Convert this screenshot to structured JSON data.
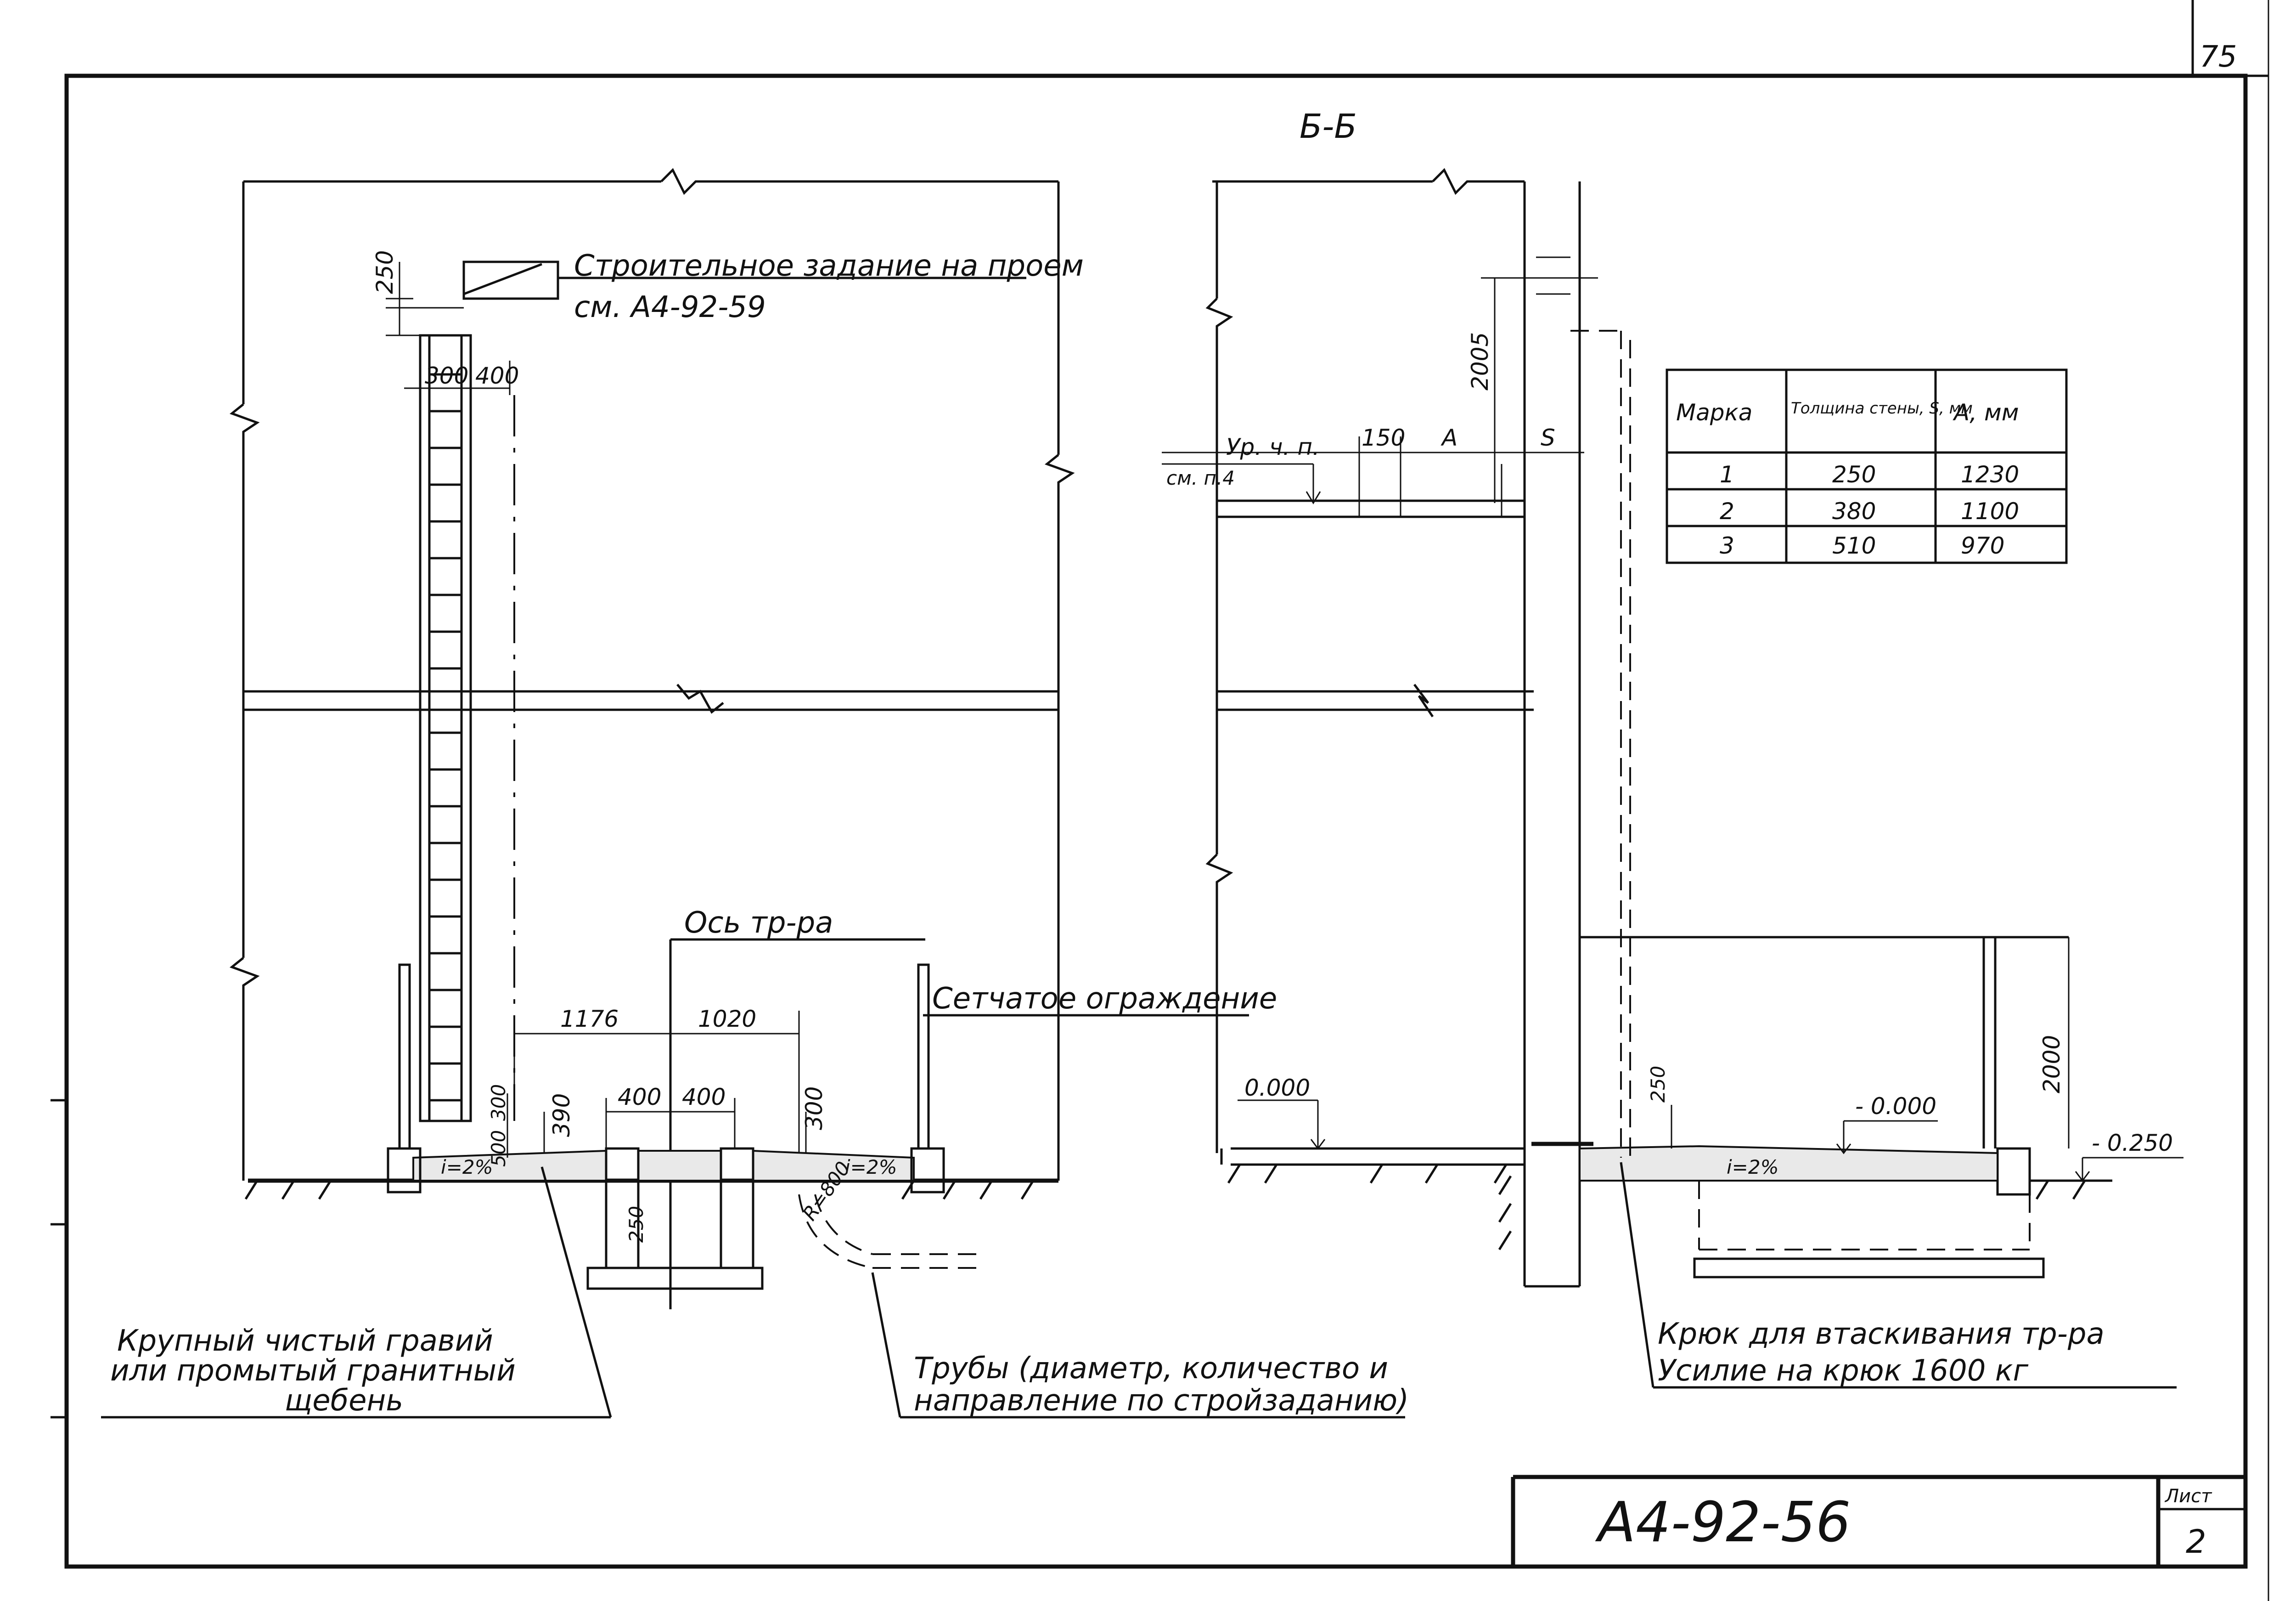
{
  "sheet": {
    "page_number": "75",
    "drawing_code": "А4-92-56",
    "sheet_label": "Лист",
    "sheet_number": "2"
  },
  "section": {
    "title": "Б-Б"
  },
  "left_view": {
    "opening_note_line1": "Строительное задание на проем",
    "opening_note_line2": "см. А4-92-59",
    "dims": {
      "d250": "250",
      "d300a": "300",
      "d400a": "400",
      "d1176": "1176",
      "d1020": "1020",
      "d400b": "400",
      "d400c": "400",
      "d300b": "300",
      "d500": "500",
      "d390": "390",
      "d300c": "300",
      "d250b": "250",
      "radius": "R=800"
    },
    "slope_left": "i=2%",
    "slope_right": "i=2%",
    "axis_label": "Ось тр-ра",
    "fence_label": "Сетчатое ограждение",
    "gravel_note_line1": "Крупный чистый гравий",
    "gravel_note_line2": "или промытый гранитный",
    "gravel_note_line3": "щебень",
    "pipes_note_line1": "Трубы (диаметр, количество и",
    "pipes_note_line2": "направление по стройзаданию)"
  },
  "right_view": {
    "level_clean_floor_line1": "Ур. ч. п.",
    "level_clean_floor_line2": "см. п.4",
    "dims": {
      "d150": "150",
      "dA": "А",
      "dS": "S",
      "d2005": "2005",
      "d250": "250",
      "d2000": "2000"
    },
    "level_zero": "0.000",
    "level_minus_zero": "- 0.000",
    "level_minus_250": "- 0.250",
    "slope": "i=2%",
    "hook_note_line1": "Крюк для втаскивания  тр-ра",
    "hook_note_line2": "Усилие на крюк  1600 кг"
  },
  "table": {
    "headers": [
      "Марка",
      "Толщина стены, S, мм",
      "А, мм"
    ],
    "rows": [
      [
        "1",
        "250",
        "1230"
      ],
      [
        "2",
        "380",
        "1100"
      ],
      [
        "3",
        "510",
        "970"
      ]
    ]
  }
}
